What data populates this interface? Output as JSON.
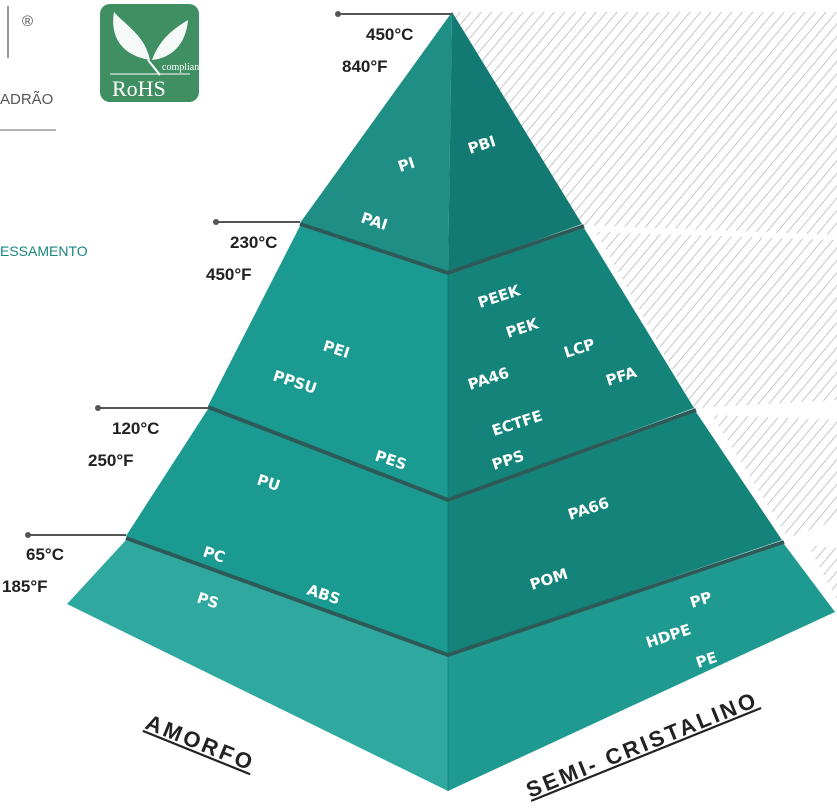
{
  "header": {
    "registered_mark": "®",
    "standard_text": "ADRÃO",
    "processing_text": "ESSAMENTO"
  },
  "badge": {
    "small_text": "compliant",
    "big_text": "RoHS",
    "color": "#3f8f62"
  },
  "axes": {
    "left_label": "AMORFO",
    "right_label": "SEMI- CRISTALINO"
  },
  "temperatures": [
    {
      "celsius": "450°C",
      "fahrenheit": "840°F"
    },
    {
      "celsius": "230°C",
      "fahrenheit": "450°F"
    },
    {
      "celsius": "120°C",
      "fahrenheit": "250°F"
    },
    {
      "celsius": "65°C",
      "fahrenheit": "185°F"
    }
  ],
  "tiers": [
    {
      "amorphous": [
        "PI",
        "PAI"
      ],
      "semicrystalline": [
        "PBI"
      ]
    },
    {
      "amorphous": [
        "PEI",
        "PPSU",
        "PES"
      ],
      "semicrystalline": [
        "PEEK",
        "PEK",
        "LCP",
        "PA46",
        "PFA",
        "ECTFE",
        "PPS"
      ]
    },
    {
      "amorphous": [
        "PU"
      ],
      "semicrystalline": [
        "PA66"
      ]
    },
    {
      "amorphous": [
        "PC",
        "ABS",
        "PS"
      ],
      "semicrystalline": [
        "POM",
        "PP",
        "HDPE",
        "PE"
      ]
    }
  ],
  "colors": {
    "left_face": "#1a9a90",
    "right_face": "#14837a",
    "top_left": "#1f8f86",
    "top_right": "#127a72",
    "base_left": "#2fa9a0",
    "base_right": "#1f9a91",
    "seam": "#2b5a58",
    "hatch": "#b9b9b9"
  }
}
